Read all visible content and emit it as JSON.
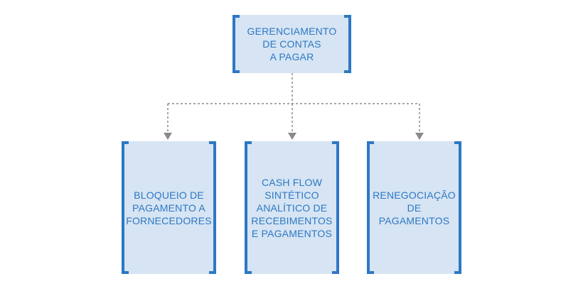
{
  "colors": {
    "node_fill": "#d6e4f3",
    "accent": "#2d78c4",
    "connector": "#8a8a8a"
  },
  "root": {
    "lines": [
      "GERENCIAMENTO",
      "DE CONTAS",
      "A PAGAR"
    ]
  },
  "children": [
    {
      "lines": [
        "BLOQUEIO DE",
        "PAGAMENTO A",
        "FORNECEDORES"
      ]
    },
    {
      "lines": [
        "CASH FLOW",
        "SINTÉTICO",
        "ANALÍTICO DE",
        "RECEBIMENTOS",
        "E PAGAMENTOS"
      ]
    },
    {
      "lines": [
        "RENEGOCIAÇÃO",
        "DE",
        "PAGAMENTOS"
      ]
    }
  ]
}
